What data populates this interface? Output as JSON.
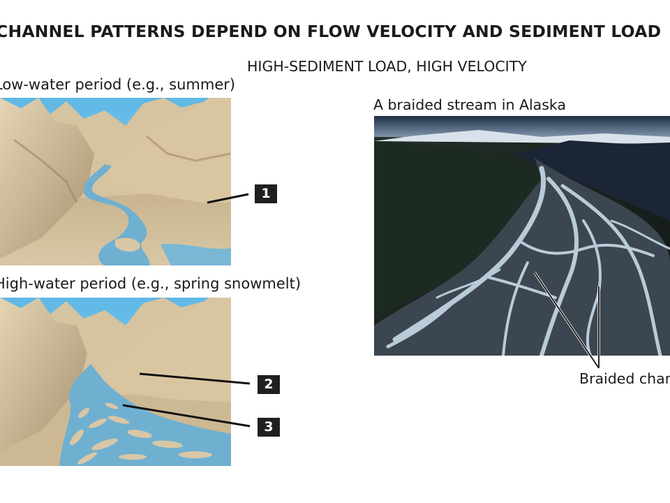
{
  "title": "CHANNEL PATTERNS DEPEND ON FLOW VELOCITY AND SEDIMENT LOAD",
  "subtitle": "HIGH-SEDIMENT LOAD, HIGH VELOCITY",
  "low_water": {
    "label": "Low-water period (e.g., summer)",
    "marker": "1"
  },
  "high_water": {
    "label": "High-water period (e.g., spring snowmelt)",
    "markers": [
      "2",
      "3"
    ]
  },
  "photo": {
    "caption": "A braided stream in Alaska",
    "callout": "Braided channels"
  },
  "colors": {
    "terrain": "#cbb895",
    "terrain_shadow": "#8e7a5c",
    "water": "#6fb0d0",
    "sky": "#6cc0e8",
    "badge": "#1f1f1f"
  }
}
